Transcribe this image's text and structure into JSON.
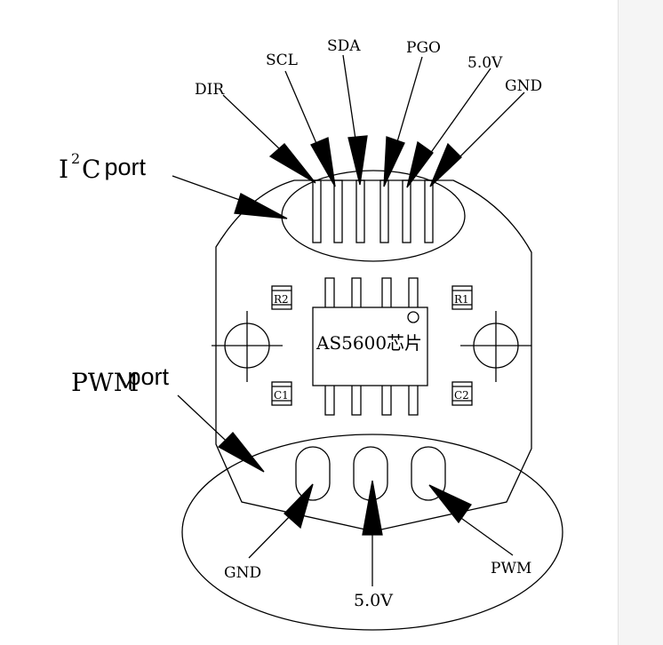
{
  "top_pins": {
    "dir": "DIR",
    "scl": "SCL",
    "sda": "SDA",
    "pgo": "PGO",
    "vcc": "5.0V",
    "gnd": "GND"
  },
  "i2c_port": {
    "main": "I",
    "sup": "2",
    "c": "C",
    "rest": " port"
  },
  "pwm_port": {
    "pwm": "PWM",
    "rest": " port"
  },
  "chip_label": "AS5600芯片",
  "components": {
    "r2": "R2",
    "r1": "R1",
    "c1": "C1",
    "c2": "C2"
  },
  "bottom_pins": {
    "gnd": "GND",
    "vcc": "5.0V",
    "pwm": "PWM"
  }
}
